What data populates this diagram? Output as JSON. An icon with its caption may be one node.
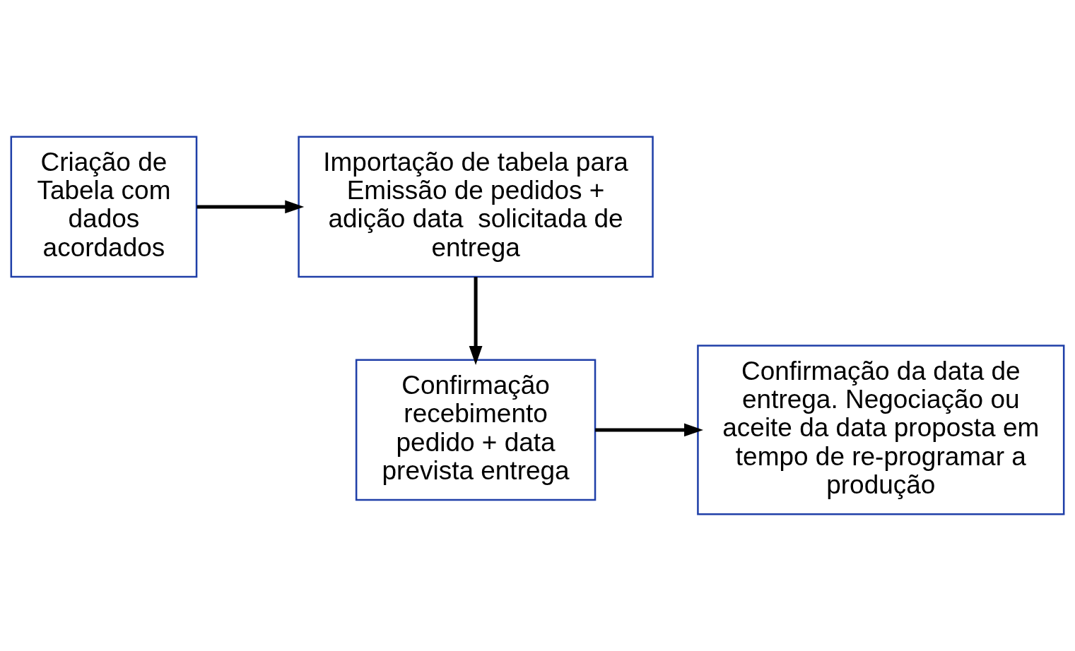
{
  "diagram": {
    "nodes": [
      {
        "text": [
          "Criação de Tabela com dados acordados"
        ]
      },
      {
        "text": [
          "Importação de tabela para Emissão de pedidos + adição data  solicitada de entrega"
        ]
      },
      {
        "text": [
          "Confirmação recebimento pedido + data prevista entrega"
        ]
      },
      {
        "text": [
          "Confirmação da data de entrega. Negociação ou aceite da data proposta em tempo de re-programar a produção"
        ]
      }
    ],
    "edges": [
      {
        "from": 0,
        "to": 1,
        "arrow": "to"
      },
      {
        "from": 1,
        "to": 2,
        "arrow": "to"
      },
      {
        "from": 2,
        "to": 3,
        "arrow": "to"
      }
    ]
  }
}
